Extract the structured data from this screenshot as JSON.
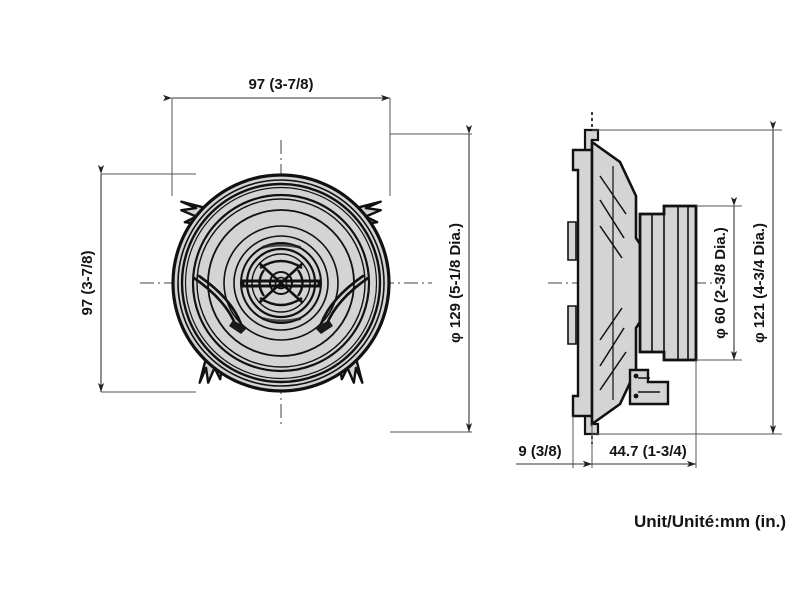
{
  "drawing": {
    "title": "Speaker dimensional drawing",
    "unit_caption": "Unit/Unité:mm (in.)",
    "background_color": "#ffffff",
    "body_fill_color": "#d4d4d4",
    "line_color": "#111111",
    "dimension_line_color": "#333333",
    "views": {
      "front": {
        "name": "front-view",
        "label": "Speaker front view"
      },
      "side": {
        "name": "side-view",
        "label": "Speaker side section view"
      }
    },
    "dimensions": {
      "front_width": "97 (3-7/8)",
      "front_height": "97 (3-7/8)",
      "front_diameter": "φ 129 (5-1/8 Dia.)",
      "side_inner_diameter": "φ 60 (2-3/8 Dia.)",
      "side_outer_diameter": "φ 121 (4-3/4 Dia.)",
      "side_flange_depth": "9 (3/8)",
      "side_body_depth": "44.7 (1-3/4)"
    }
  }
}
